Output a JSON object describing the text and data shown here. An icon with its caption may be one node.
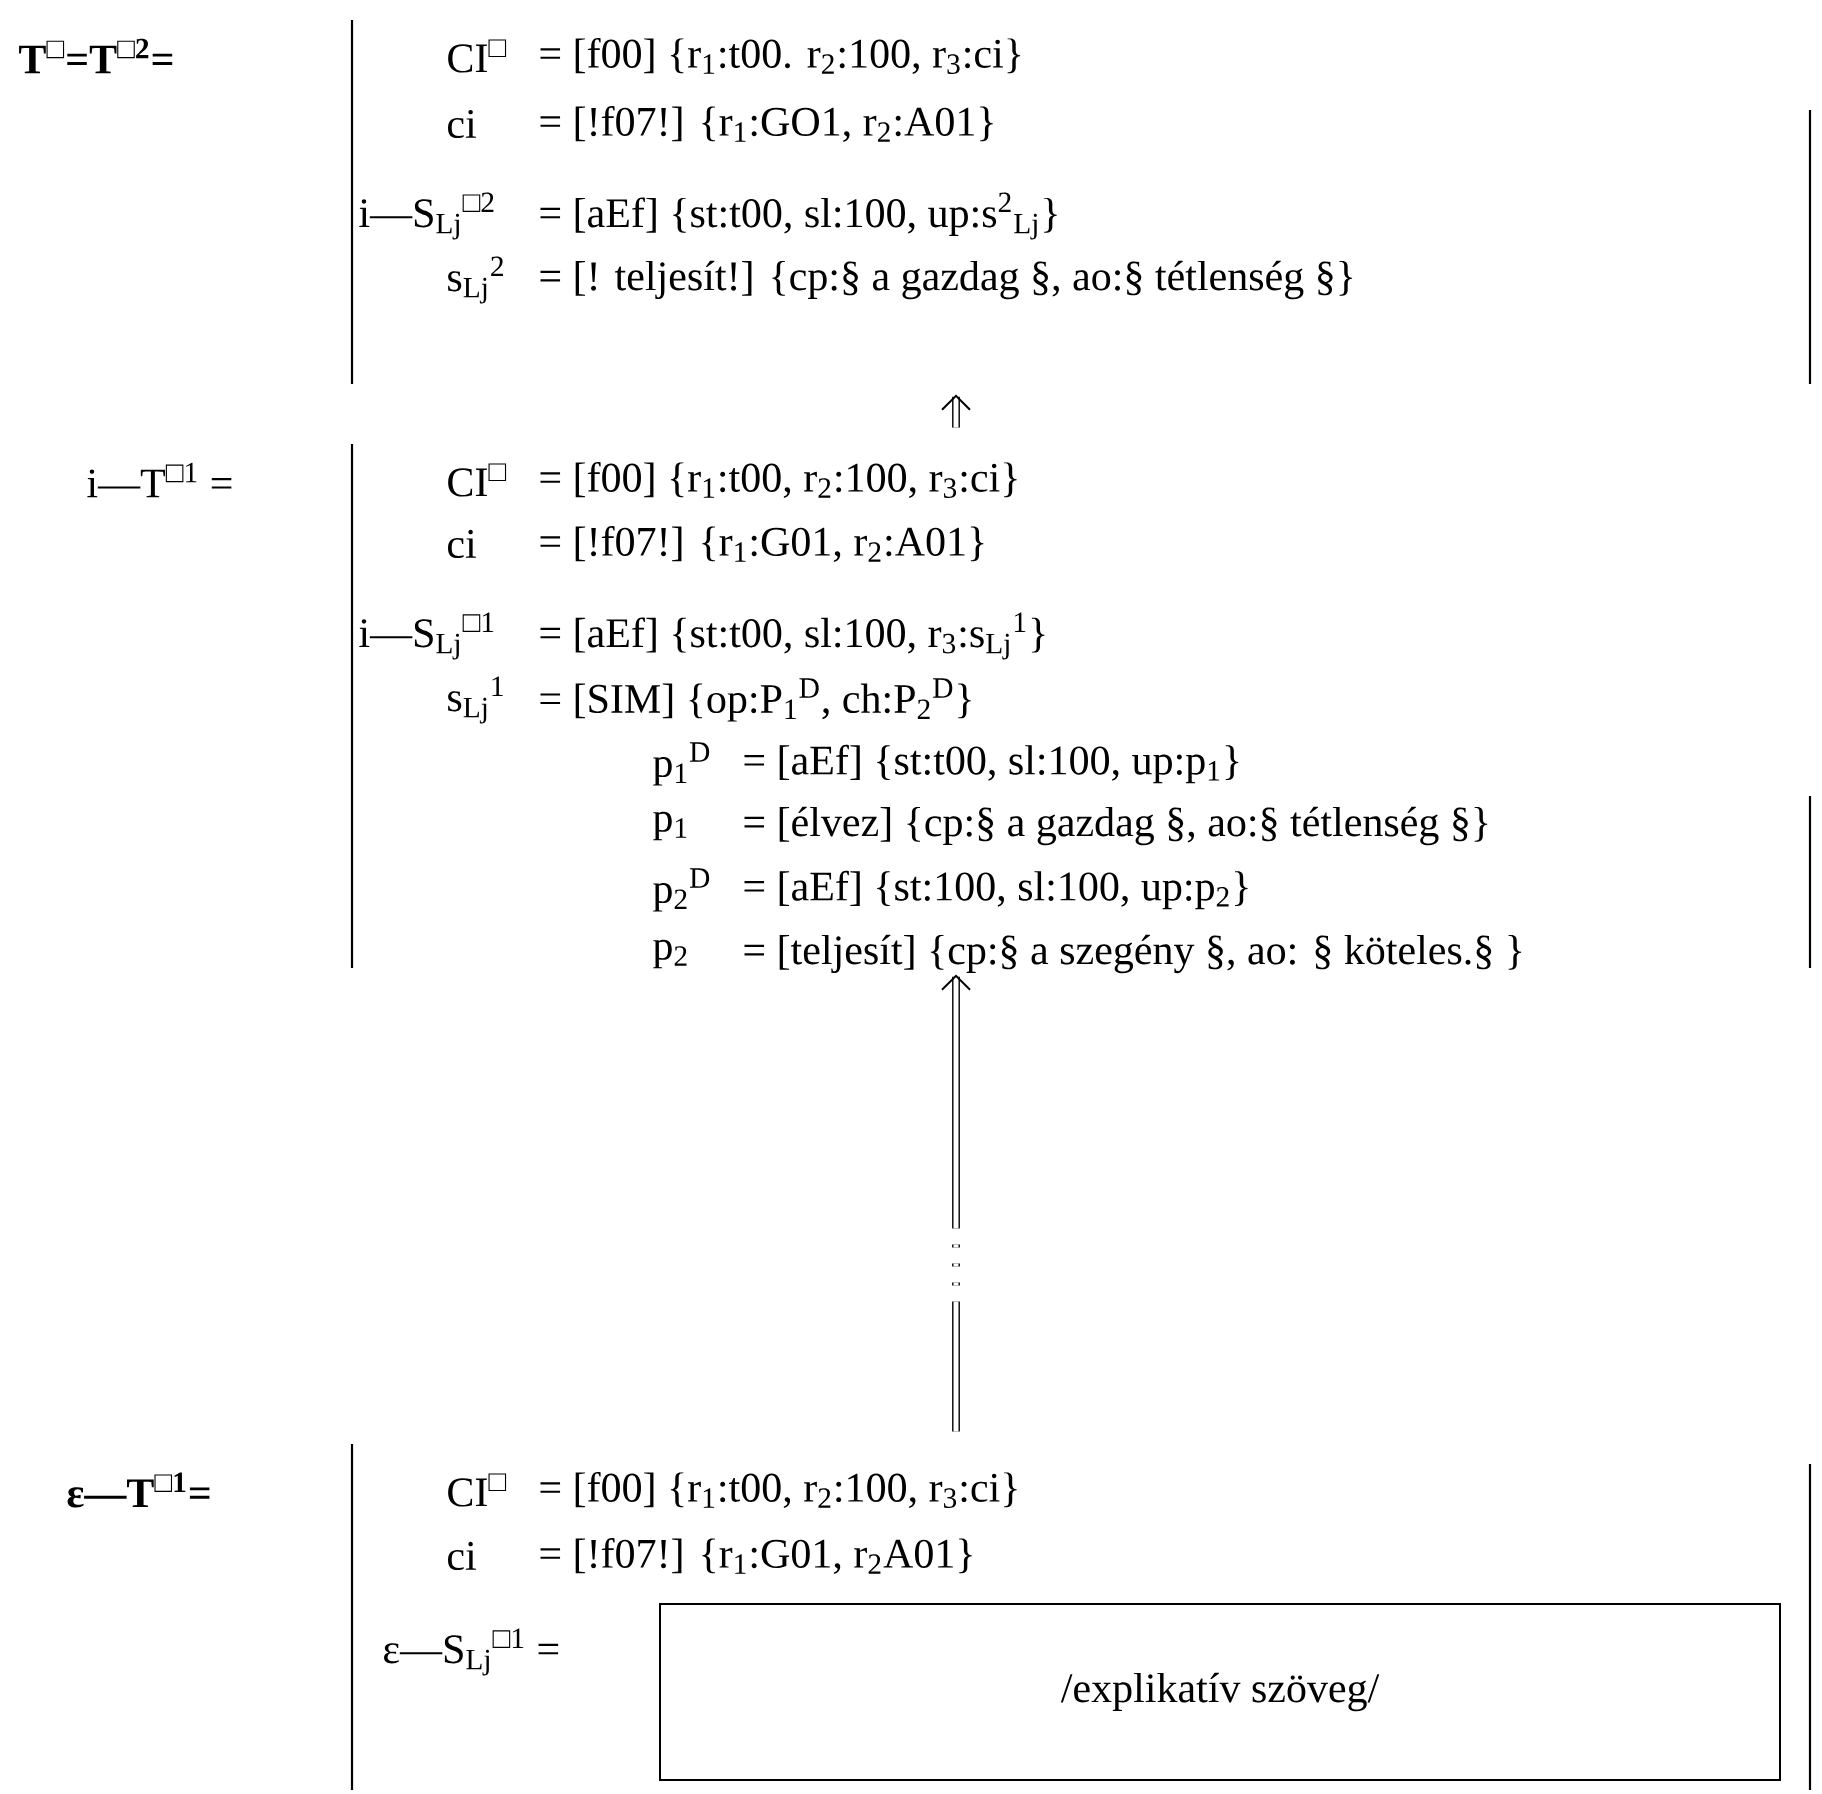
{
  "diagram": {
    "nodes": [
      {
        "text": [
          "T$^{□}$=T$^{□2}$=",
          "CI$^{□}$",
          "= [f00] {r$_{1}$:t00. r$_{2}$:100, r$_{3}$:ci}",
          "ci",
          "= [!f07!] {r$_{1}$:GO1, r$_{2}$:A01}",
          "i—S$_{Lj}$$^{□2}$",
          "= [aEf] {st:t00, sl:100, up:s$^{2}$$_{Lj}$}",
          "s$_{Lj}$$^{2}$",
          "= [! teljesít!] {cp:§ a gazdag §, ao:§ tétlenség §}"
        ]
      },
      {
        "text": [
          "i—T$^{□1}$ =",
          "CI$^{□}$",
          "= [f00] {r$_{1}$:t00, r$_{2}$:100, r$_{3}$:ci}",
          "ci",
          "= [!f07!] {r$_{1}$:G01, r$_{2}$:A01}",
          "i—S$_{Lj}$$^{□1}$",
          "= [aEf] {st:t00, sl:100, r$_{3}$:s$_{Lj}$$^{1}$}",
          "s$_{Lj}$$^{1}$",
          "= [SIM] {op:P$_{1}$$^{D}$, ch:P$_{2}$$^{D}$}",
          "p$_{1}$$^{D}$",
          "= [aEf] {st:t00, sl:100, up:p$_{1}$}",
          "p$_{1}$",
          "= [élvez] {cp:§ a gazdag §, ao:§ tétlenség §}",
          "p$_{2}$$^{D}$",
          "= [aEf] {st:100, sl:100, up:p$_{2}$}",
          "p$_{2}$",
          "= [teljesít] {cp:§ a szegény §, ao: § köteles.§ }"
        ]
      },
      {
        "text": [
          "ε—T$^{□1}$=",
          "CI$^{□}$",
          "= [f00] {r$_{1}$:t00, r$_{2}$:100, r$_{3}$:ci}",
          "ci",
          "= [!f07!] {r$_{1}$:G01, r$_{2}$A01}",
          "ε—S$_{Lj}$$^{□1}$ ="
        ]
      },
      {
        "text": [
          "/explikatív szöveg/"
        ],
        "in": 2
      }
    ],
    "edges": [
      {
        "from": 1,
        "to": 0,
        "arrow": "to"
      },
      {
        "from": 2,
        "to": 1,
        "arrow": "to",
        "style": "dashed"
      }
    ]
  }
}
